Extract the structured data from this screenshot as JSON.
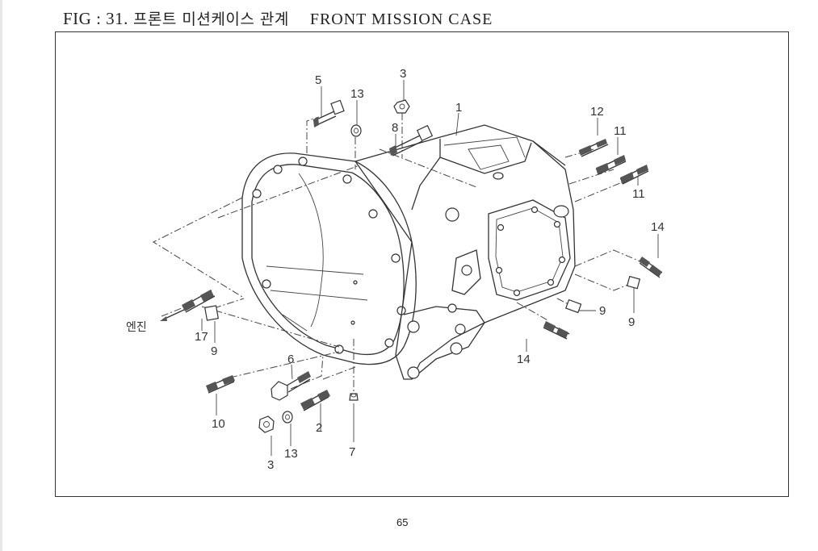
{
  "header": {
    "fig": "FIG : 31.",
    "title_ko": "프론트 미션케이스 관계",
    "title_en": "FRONT MISSION CASE"
  },
  "page_number": "65",
  "parts": [
    {
      "id": "p1",
      "text": "1"
    },
    {
      "id": "p2",
      "text": "2"
    },
    {
      "id": "p3a",
      "text": "3"
    },
    {
      "id": "p3b",
      "text": "3"
    },
    {
      "id": "p5",
      "text": "5"
    },
    {
      "id": "p6",
      "text": "6"
    },
    {
      "id": "p7",
      "text": "7"
    },
    {
      "id": "p8",
      "text": "8"
    },
    {
      "id": "p9a",
      "text": "9"
    },
    {
      "id": "p9b",
      "text": "9"
    },
    {
      "id": "p9c",
      "text": "9"
    },
    {
      "id": "p10",
      "text": "10"
    },
    {
      "id": "p11a",
      "text": "11"
    },
    {
      "id": "p11b",
      "text": "11"
    },
    {
      "id": "p12",
      "text": "12"
    },
    {
      "id": "p13a",
      "text": "13"
    },
    {
      "id": "p13b",
      "text": "13"
    },
    {
      "id": "p14a",
      "text": "14"
    },
    {
      "id": "p14b",
      "text": "14"
    },
    {
      "id": "p17",
      "text": "17"
    }
  ],
  "engine_label": "엔진"
}
